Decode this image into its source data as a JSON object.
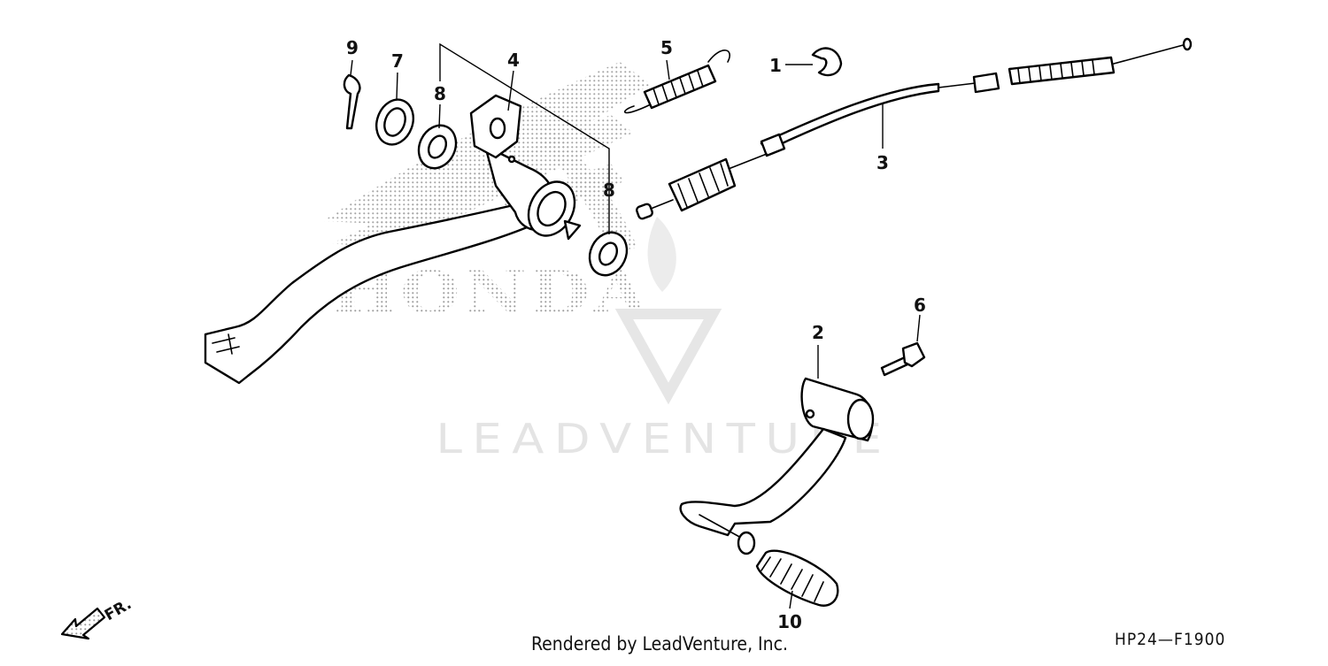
{
  "diagram": {
    "callouts": [
      "1",
      "2",
      "3",
      "4",
      "5",
      "6",
      "7",
      "8",
      "8",
      "9",
      "10"
    ],
    "brand_watermark": "HONDA",
    "lead_watermark": "LEADVENTURE",
    "front_indicator": "FR.",
    "credit": "Rendered by LeadVenture, Inc.",
    "diagram_code": "HP24—F1900"
  }
}
